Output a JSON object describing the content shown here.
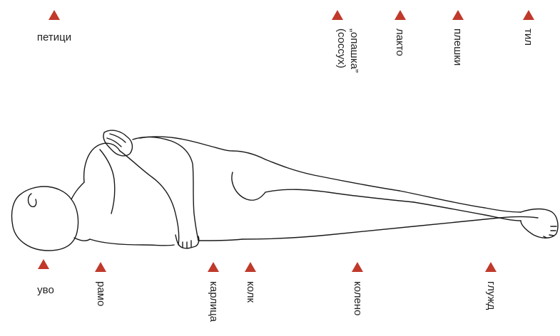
{
  "colors": {
    "marker": "#c0392b",
    "outline": "#1a1a1a",
    "text": "#222222"
  },
  "top_labels": [
    {
      "id": "peticy",
      "text": "петици"
    },
    {
      "id": "coccyx-1",
      "text": "„опашка”"
    },
    {
      "id": "coccyx-2",
      "text": "(coccyx)"
    },
    {
      "id": "lakto",
      "text": "лакто"
    },
    {
      "id": "pleshki",
      "text": "плешки"
    },
    {
      "id": "til",
      "text": "тил"
    }
  ],
  "bottom_labels": [
    {
      "id": "uvo",
      "text": "уво"
    },
    {
      "id": "ramo",
      "text": "рамо"
    },
    {
      "id": "karlica",
      "text": "карлица"
    },
    {
      "id": "kolk",
      "text": "колк"
    },
    {
      "id": "koleno",
      "text": "колено"
    },
    {
      "id": "gluzhd",
      "text": "глужд"
    }
  ]
}
